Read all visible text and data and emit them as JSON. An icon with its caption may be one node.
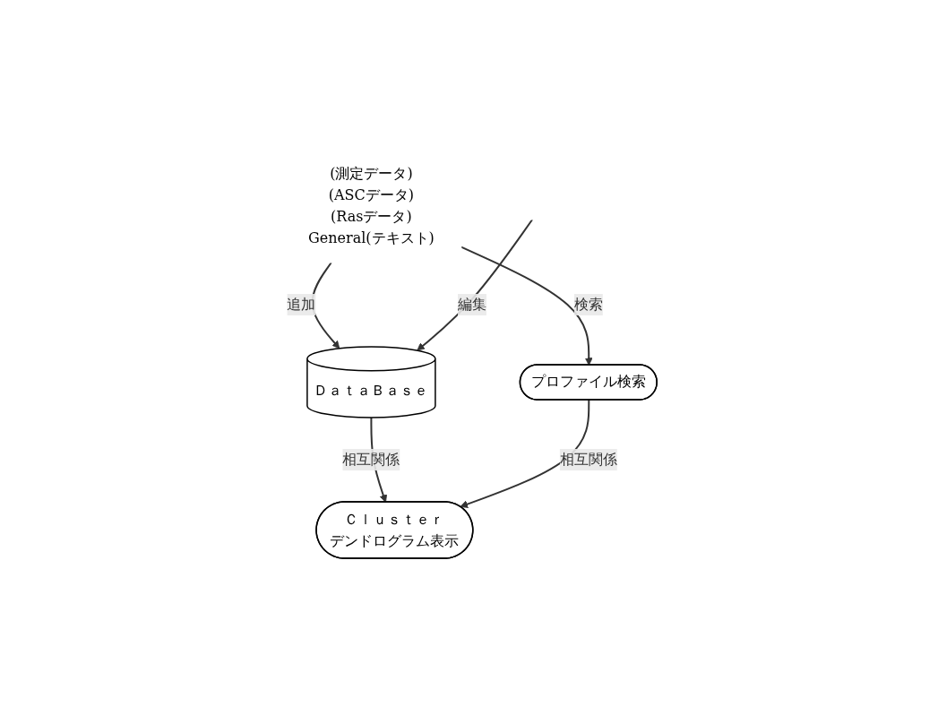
{
  "diagram": {
    "nodes": [
      {
        "text": [
          "(測定データ)",
          "(ASCデータ)",
          "(Rasデータ)",
          "General(テキスト)"
        ]
      },
      {
        "text": [
          "ＤａｔａＢａｓｅ"
        ]
      },
      {
        "text": [
          "プロファイル検索"
        ]
      },
      {
        "text": [
          "Ｃｌｕｓｔｅｒ",
          "デンドログラム表示"
        ]
      }
    ],
    "edges": [
      {
        "from": 0,
        "to": 1,
        "arrow": "to",
        "label": "追加"
      },
      {
        "from": null,
        "to": 1,
        "arrow": "to",
        "label": "編集"
      },
      {
        "from": 0,
        "to": 2,
        "arrow": "to",
        "label": "検索"
      },
      {
        "from": 1,
        "to": 3,
        "arrow": "to",
        "label": "相互関係"
      },
      {
        "from": 2,
        "to": 3,
        "arrow": "to",
        "label": "相互関係"
      }
    ]
  }
}
